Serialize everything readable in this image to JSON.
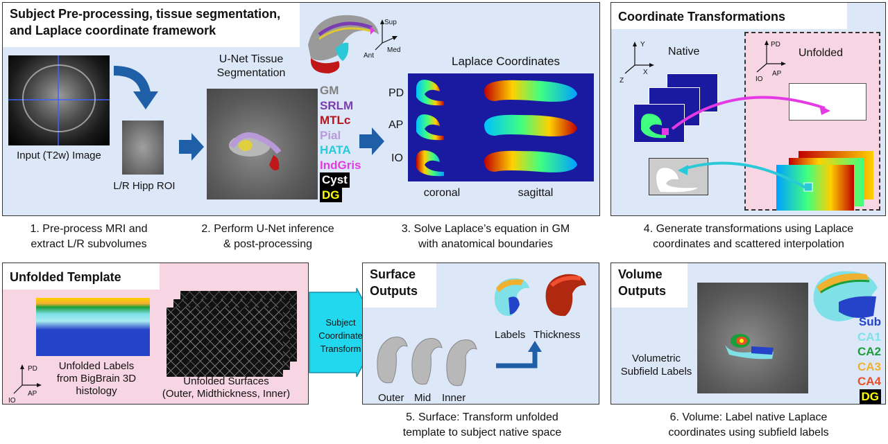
{
  "panel1": {
    "title_line1": "Subject Pre-processing, tissue segmentation,",
    "title_line2": "and Laplace coordinate framework",
    "input_label": "Input (T2w) Image",
    "roi_label": "L/R Hipp ROI",
    "unet_label_line1": "U-Net Tissue",
    "unet_label_line2": "Segmentation",
    "axes": {
      "sup": "Sup",
      "ant": "Ant",
      "med": "Med"
    },
    "legend": [
      {
        "text": "GM",
        "color": "#808080"
      },
      {
        "text": "SRLM",
        "color": "#7a3cb0"
      },
      {
        "text": "MTLc",
        "color": "#b8141e"
      },
      {
        "text": "Pial",
        "color": "#b89ad8"
      },
      {
        "text": "HATA",
        "color": "#2ac9d8"
      },
      {
        "text": "IndGris",
        "color": "#e43ae4"
      },
      {
        "text": "Cyst",
        "color": "#ffffff"
      },
      {
        "text": "DG",
        "color": "#ffff00"
      }
    ],
    "laplace_title": "Laplace Coordinates",
    "rows": [
      "PD",
      "AP",
      "IO"
    ],
    "view_coronal": "coronal",
    "view_sagittal": "sagittal"
  },
  "captions": {
    "c1_l1": "1. Pre-process MRI and",
    "c1_l2": "extract L/R subvolumes",
    "c2_l1": "2. Perform U-Net inference",
    "c2_l2": "& post-processing",
    "c3_l1": "3. Solve Laplace’s equation in GM",
    "c3_l2": "with anatomical boundaries",
    "c4_l1": "4. Generate transformations using Laplace",
    "c4_l2": "coordinates and scattered interpolation",
    "c5_l1": "5. Surface: Transform unfolded",
    "c5_l2": "template to subject native space",
    "c6_l1": "6. Volume: Label native Laplace",
    "c6_l2": "coordinates using subfield labels"
  },
  "panel2": {
    "title": "Coordinate Transformations",
    "native": "Native",
    "unfolded": "Unfolded",
    "axes_native": {
      "y": "Y",
      "x": "X",
      "z": "Z"
    },
    "axes_unfolded": {
      "pd": "PD",
      "ap": "AP",
      "io": "IO"
    }
  },
  "panel3": {
    "title": "Unfolded Template",
    "labels_l1": "Unfolded Labels",
    "labels_l2": "from BigBrain 3D",
    "labels_l3": "histology",
    "surfaces_l1": "Unfolded Surfaces",
    "surfaces_l2": "(Outer, Midthickness, Inner)",
    "axes": {
      "pd": "PD",
      "ap": "AP",
      "io": "IO"
    }
  },
  "arrow": {
    "l1": "Subject",
    "l2": "Coordinate",
    "l3": "Transform"
  },
  "panel4": {
    "title_l1": "Surface",
    "title_l2": "Outputs",
    "labels": "Labels",
    "thickness": "Thickness",
    "outer": "Outer",
    "mid": "Mid",
    "inner": "Inner"
  },
  "panel5": {
    "title_l1": "Volume",
    "title_l2": "Outputs",
    "vol_l1": "Volumetric",
    "vol_l2": "Subfield Labels",
    "legend": [
      {
        "text": "Sub",
        "color": "#2443c8"
      },
      {
        "text": "CA1",
        "color": "#7fe0e8"
      },
      {
        "text": "CA2",
        "color": "#1a9e3a"
      },
      {
        "text": "CA3",
        "color": "#f0b030"
      },
      {
        "text": "CA4",
        "color": "#e8502a"
      },
      {
        "text": "DG",
        "color": "#ffff00"
      }
    ]
  }
}
